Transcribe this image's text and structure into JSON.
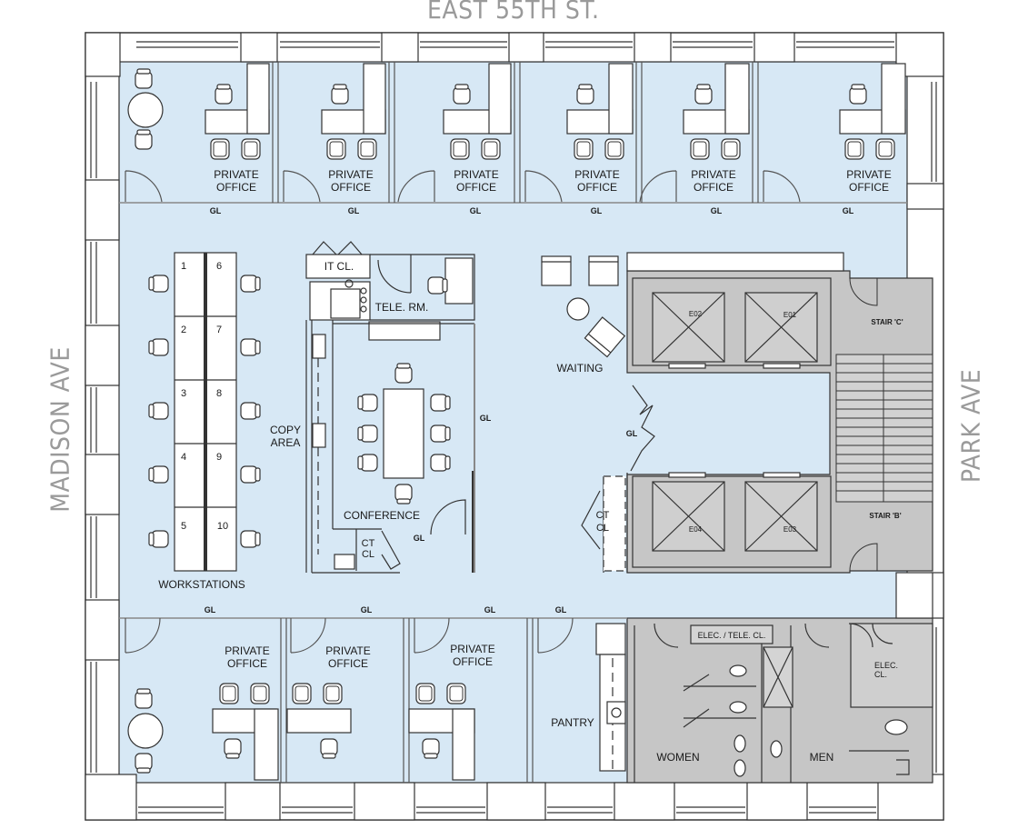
{
  "streets": {
    "north": "EAST 55TH ST.",
    "west": "MADISON AVE",
    "east": "PARK AVE"
  },
  "rooms": {
    "private_office": "PRIVATE\nOFFICE",
    "it_closet": "IT CL.",
    "tele_room": "TELE. RM.",
    "waiting": "WAITING",
    "copy_area": "COPY\nAREA",
    "conference": "CONFERENCE",
    "workstations": "WORKSTATIONS",
    "ct_cl": "CT\nCL",
    "stair_c": "STAIR 'C'",
    "stair_b": "STAIR 'B'",
    "pantry": "PANTRY",
    "elec_tele_cl": "ELEC. / TELE. CL.",
    "elec_cl": "ELEC.\nCL.",
    "women": "WOMEN",
    "men": "MEN"
  },
  "glass_label": "GL",
  "workstation_numbers": [
    "1",
    "2",
    "3",
    "4",
    "5",
    "6",
    "7",
    "8",
    "9",
    "10"
  ],
  "elevators": [
    "E02",
    "E01",
    "E04",
    "E03"
  ],
  "colors": {
    "office_fill": "#d7e8f5",
    "core_fill": "#c6c6c6",
    "line": "#3a3a3a",
    "street_text": "#9a9a9a"
  }
}
